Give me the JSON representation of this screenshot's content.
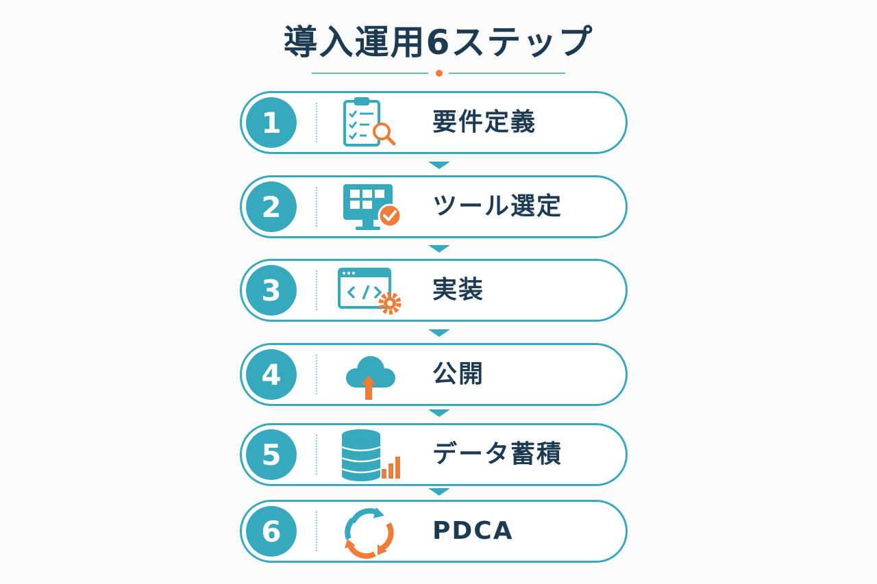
{
  "title": "導入運用6ステップ",
  "colors": {
    "teal": "#37a9bd",
    "orange": "#ef7d3a",
    "navy": "#1c3a52"
  },
  "steps": [
    {
      "number": "1",
      "label": "要件定義",
      "icon": "clipboard-search-icon"
    },
    {
      "number": "2",
      "label": "ツール選定",
      "icon": "monitor-check-icon"
    },
    {
      "number": "3",
      "label": "実装",
      "icon": "code-window-gear-icon"
    },
    {
      "number": "4",
      "label": "公開",
      "icon": "cloud-upload-icon"
    },
    {
      "number": "5",
      "label": "データ蓄積",
      "icon": "database-chart-icon"
    },
    {
      "number": "6",
      "label": "PDCA",
      "icon": "cycle-arrows-icon"
    }
  ]
}
